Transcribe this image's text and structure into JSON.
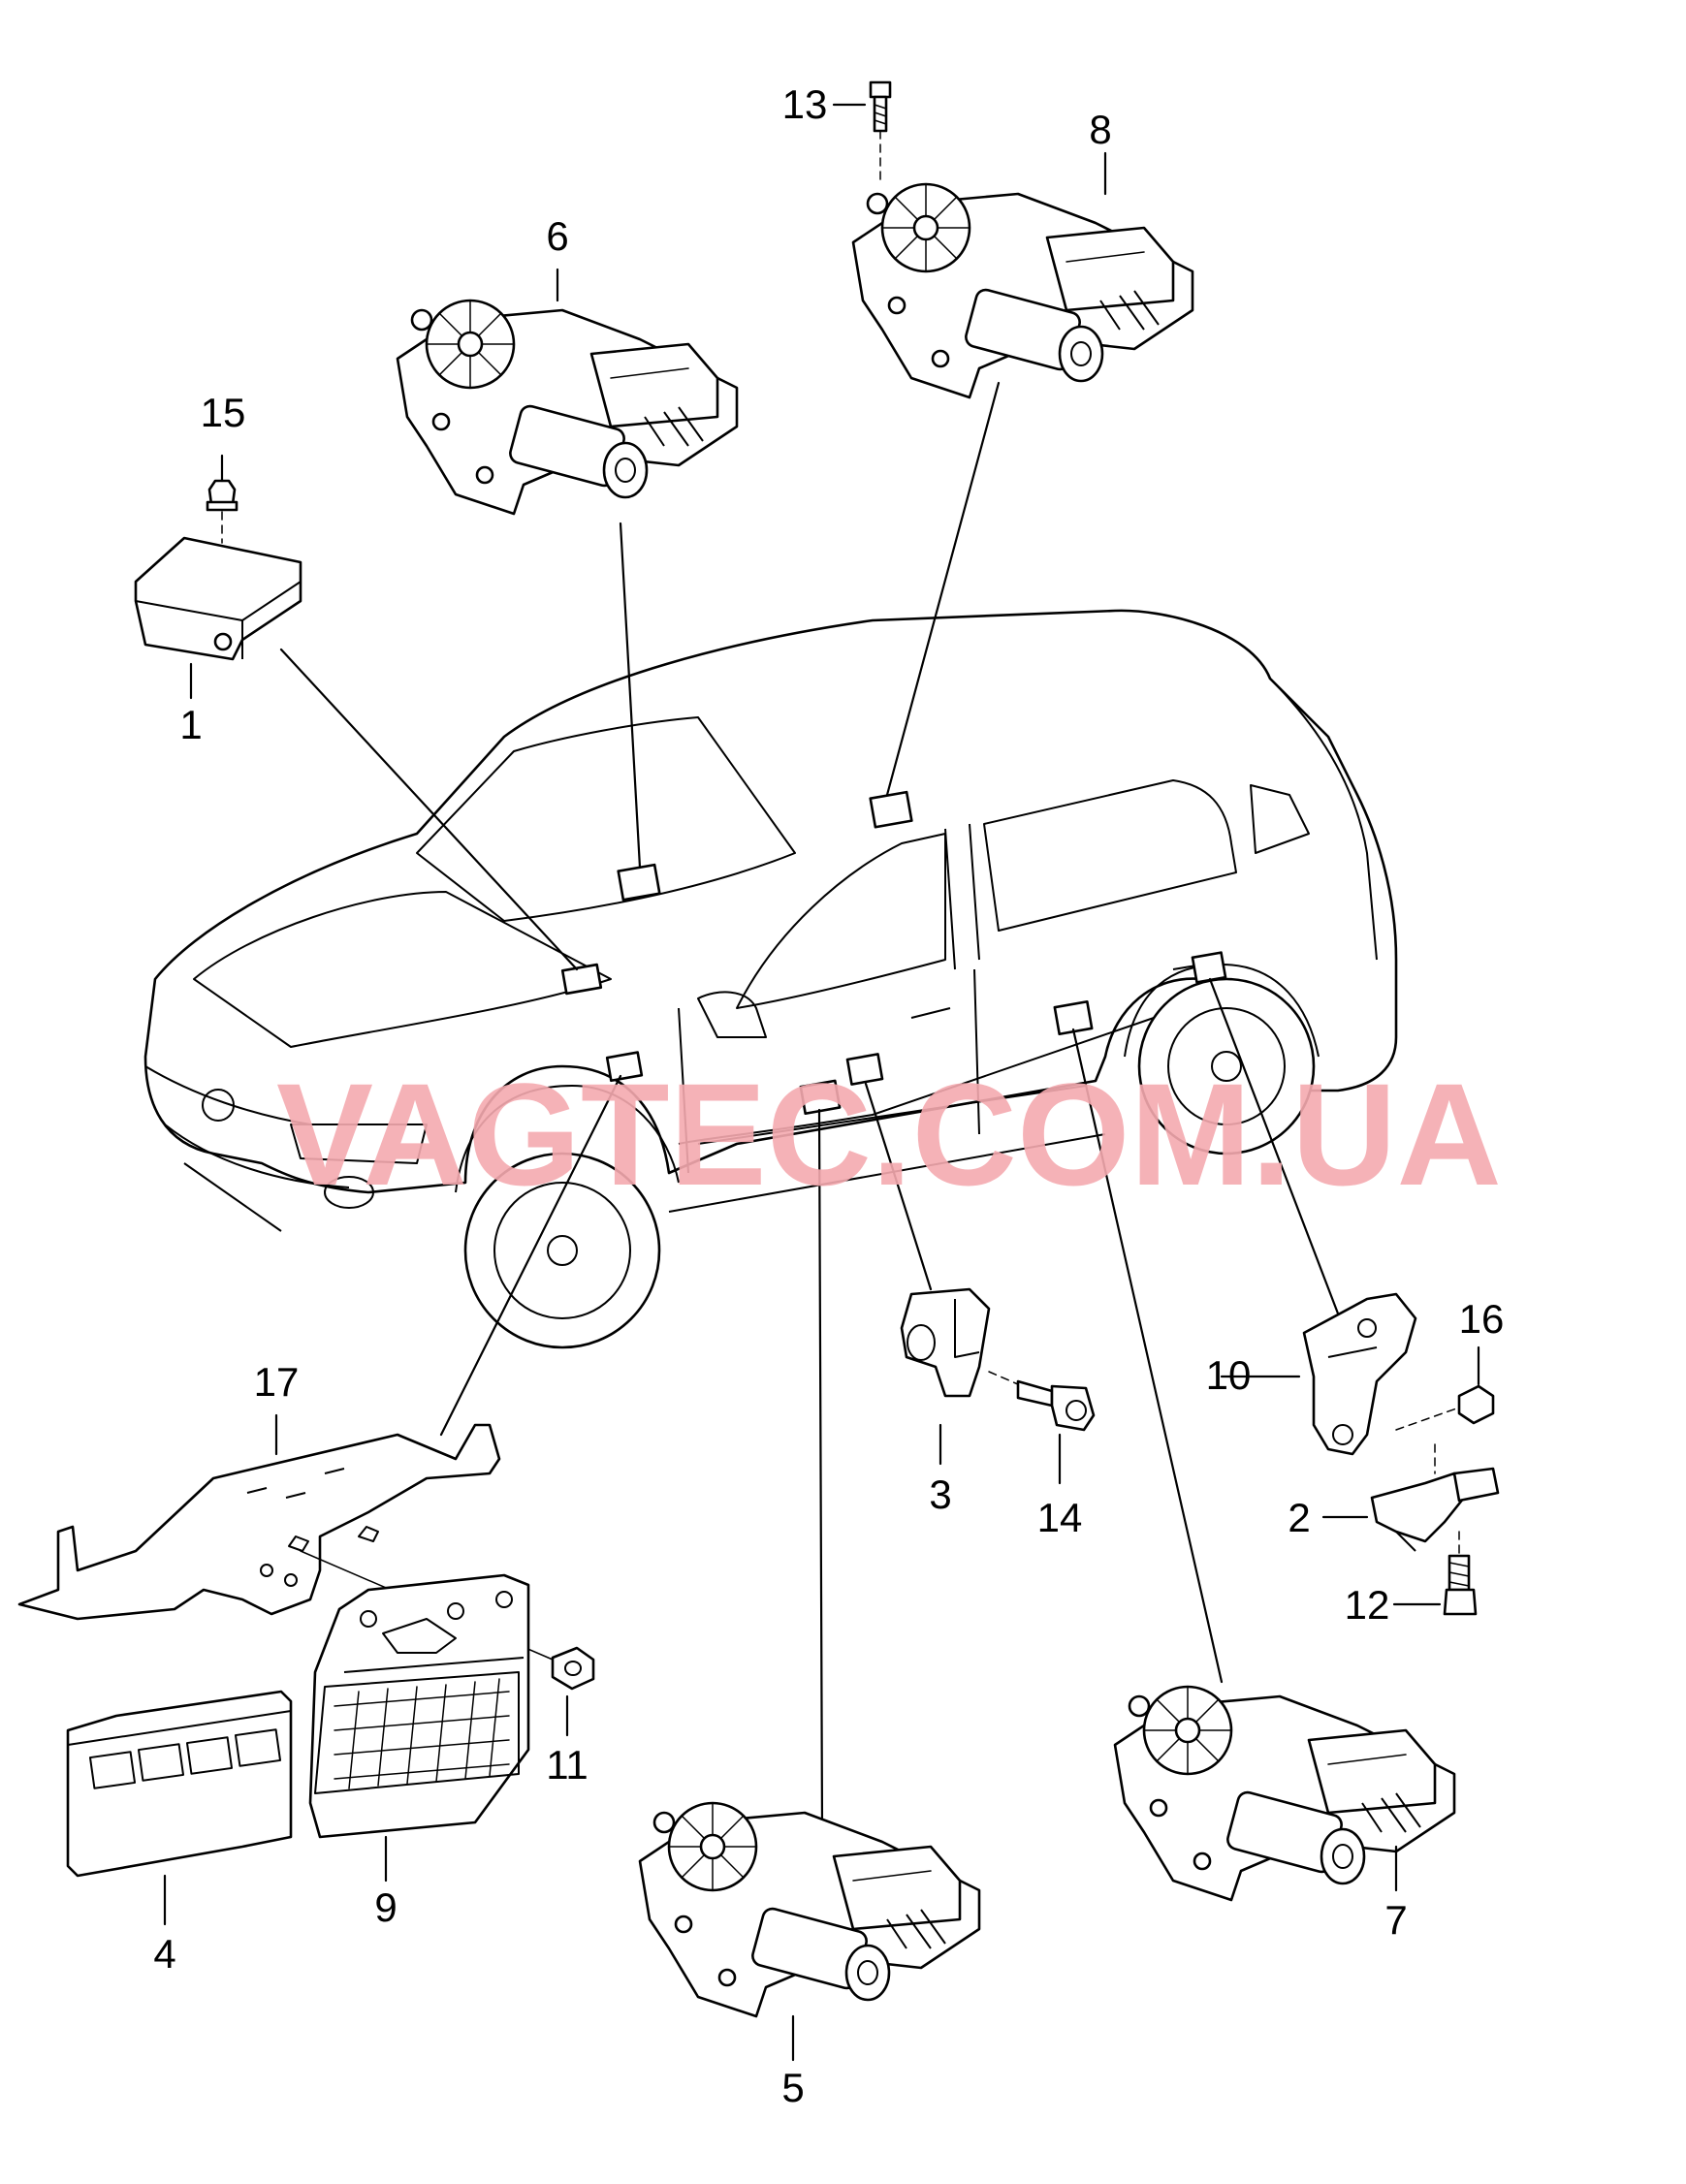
{
  "watermark": "VAGTEC.COM.UA",
  "labels": {
    "l1": "1",
    "l2": "2",
    "l3": "3",
    "l4": "4",
    "l5": "5",
    "l6": "6",
    "l7": "7",
    "l8": "8",
    "l9": "9",
    "l10": "10",
    "l11": "11",
    "l12": "12",
    "l13": "13",
    "l14": "14",
    "l15": "15",
    "l16": "16",
    "l17": "17"
  }
}
